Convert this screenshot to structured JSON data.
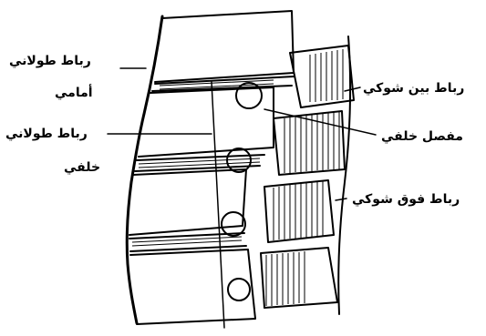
{
  "labels": {
    "anterior_longitudinal_line1": "رباط طولاني",
    "anterior_longitudinal_line2": "أمامي",
    "posterior_longitudinal_line1": "رباط طولاني",
    "posterior_longitudinal_line2": "خلفي",
    "interspinous": "رباط بين شوكي",
    "facet_joint": "مفصل خلفي",
    "supraspinous": "رباط فوق شوكي"
  }
}
